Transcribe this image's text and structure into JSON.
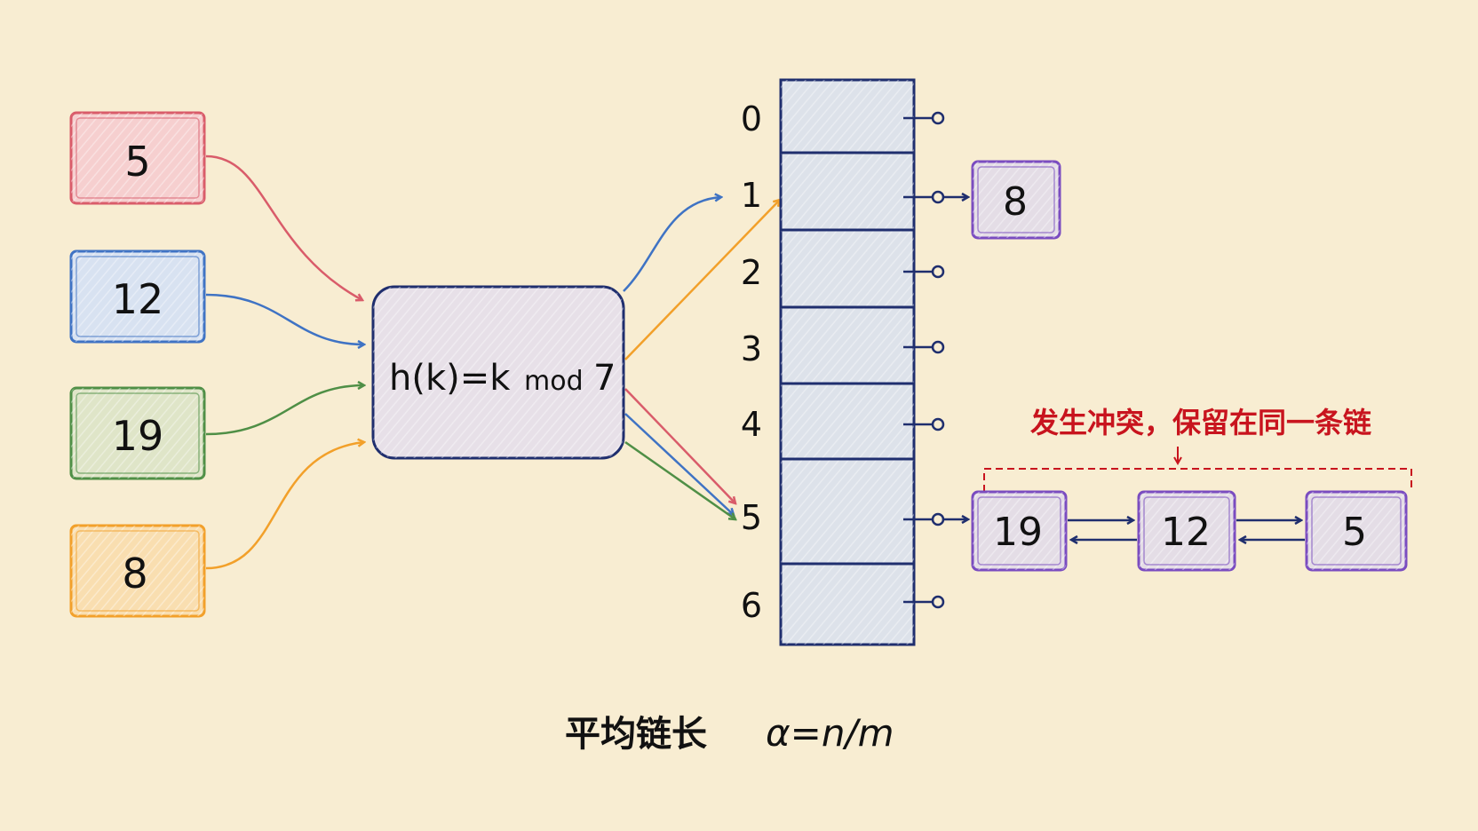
{
  "keys": [
    "5",
    "12",
    "19",
    "8"
  ],
  "hash_function": {
    "main": "h(k)=k",
    "op": "mod",
    "modulus": "7"
  },
  "buckets": {
    "indices": [
      "0",
      "1",
      "2",
      "3",
      "4",
      "5",
      "6"
    ]
  },
  "bucket1_chain": [
    "8"
  ],
  "bucket5_chain": [
    "19",
    "12",
    "5"
  ],
  "collision_note": "发生冲突，保留在同一条链",
  "load_factor": {
    "prefix": "平均链长",
    "formula": "α=n/m"
  },
  "colors": {
    "background": "#f8edd2",
    "key_5": "#d95c6a",
    "key_12": "#3f73c4",
    "key_19": "#4f8f46",
    "key_8": "#f2a02a",
    "hash_box": "#1f2e6e",
    "table": "#1f2e6e",
    "node": "#7a4cc0",
    "collision": "#c8141e"
  }
}
